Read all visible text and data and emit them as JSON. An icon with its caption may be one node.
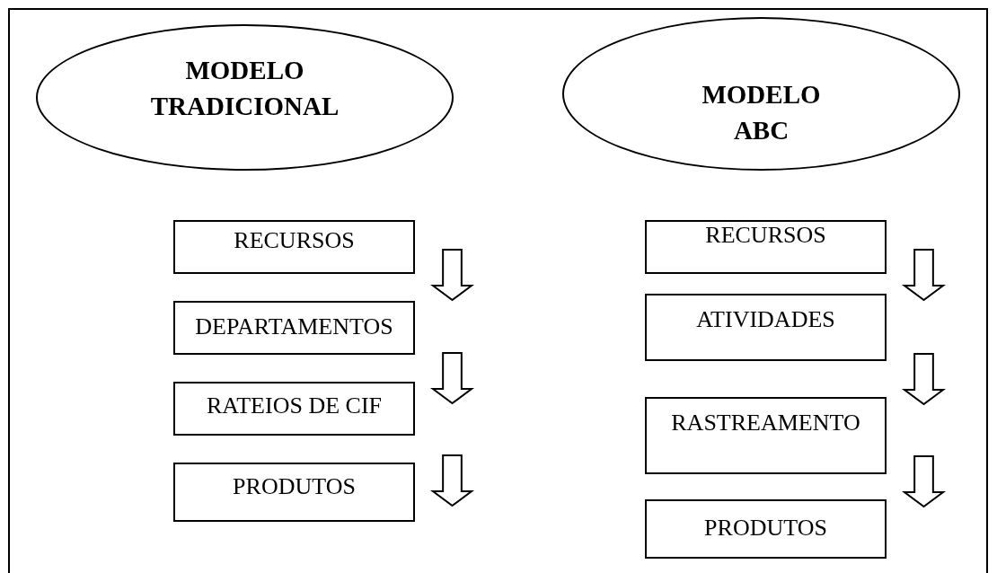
{
  "diagram": {
    "nodes": [
      {
        "text": [
          "MODELO TRADICIONAL"
        ]
      },
      {
        "text": [
          "MODELO ABC"
        ]
      },
      {
        "text": [
          "RECURSOS"
        ]
      },
      {
        "text": [
          "DEPARTAMENTOS"
        ]
      },
      {
        "text": [
          "RATEIOS DE CIF"
        ]
      },
      {
        "text": [
          "PRODUTOS"
        ]
      },
      {
        "text": [
          "RECURSOS"
        ]
      },
      {
        "text": [
          "ATIVIDADES"
        ]
      },
      {
        "text": [
          "RASTREAMENTO"
        ]
      },
      {
        "text": [
          "PRODUTOS"
        ]
      }
    ],
    "edges": [
      {
        "from": 2,
        "to": 3,
        "arrow": "to"
      },
      {
        "from": 3,
        "to": 4,
        "arrow": "to"
      },
      {
        "from": 4,
        "to": 5,
        "arrow": "to"
      },
      {
        "from": 6,
        "to": 7,
        "arrow": "to"
      },
      {
        "from": 7,
        "to": 8,
        "arrow": "to"
      },
      {
        "from": 8,
        "to": 9,
        "arrow": "to"
      }
    ]
  }
}
